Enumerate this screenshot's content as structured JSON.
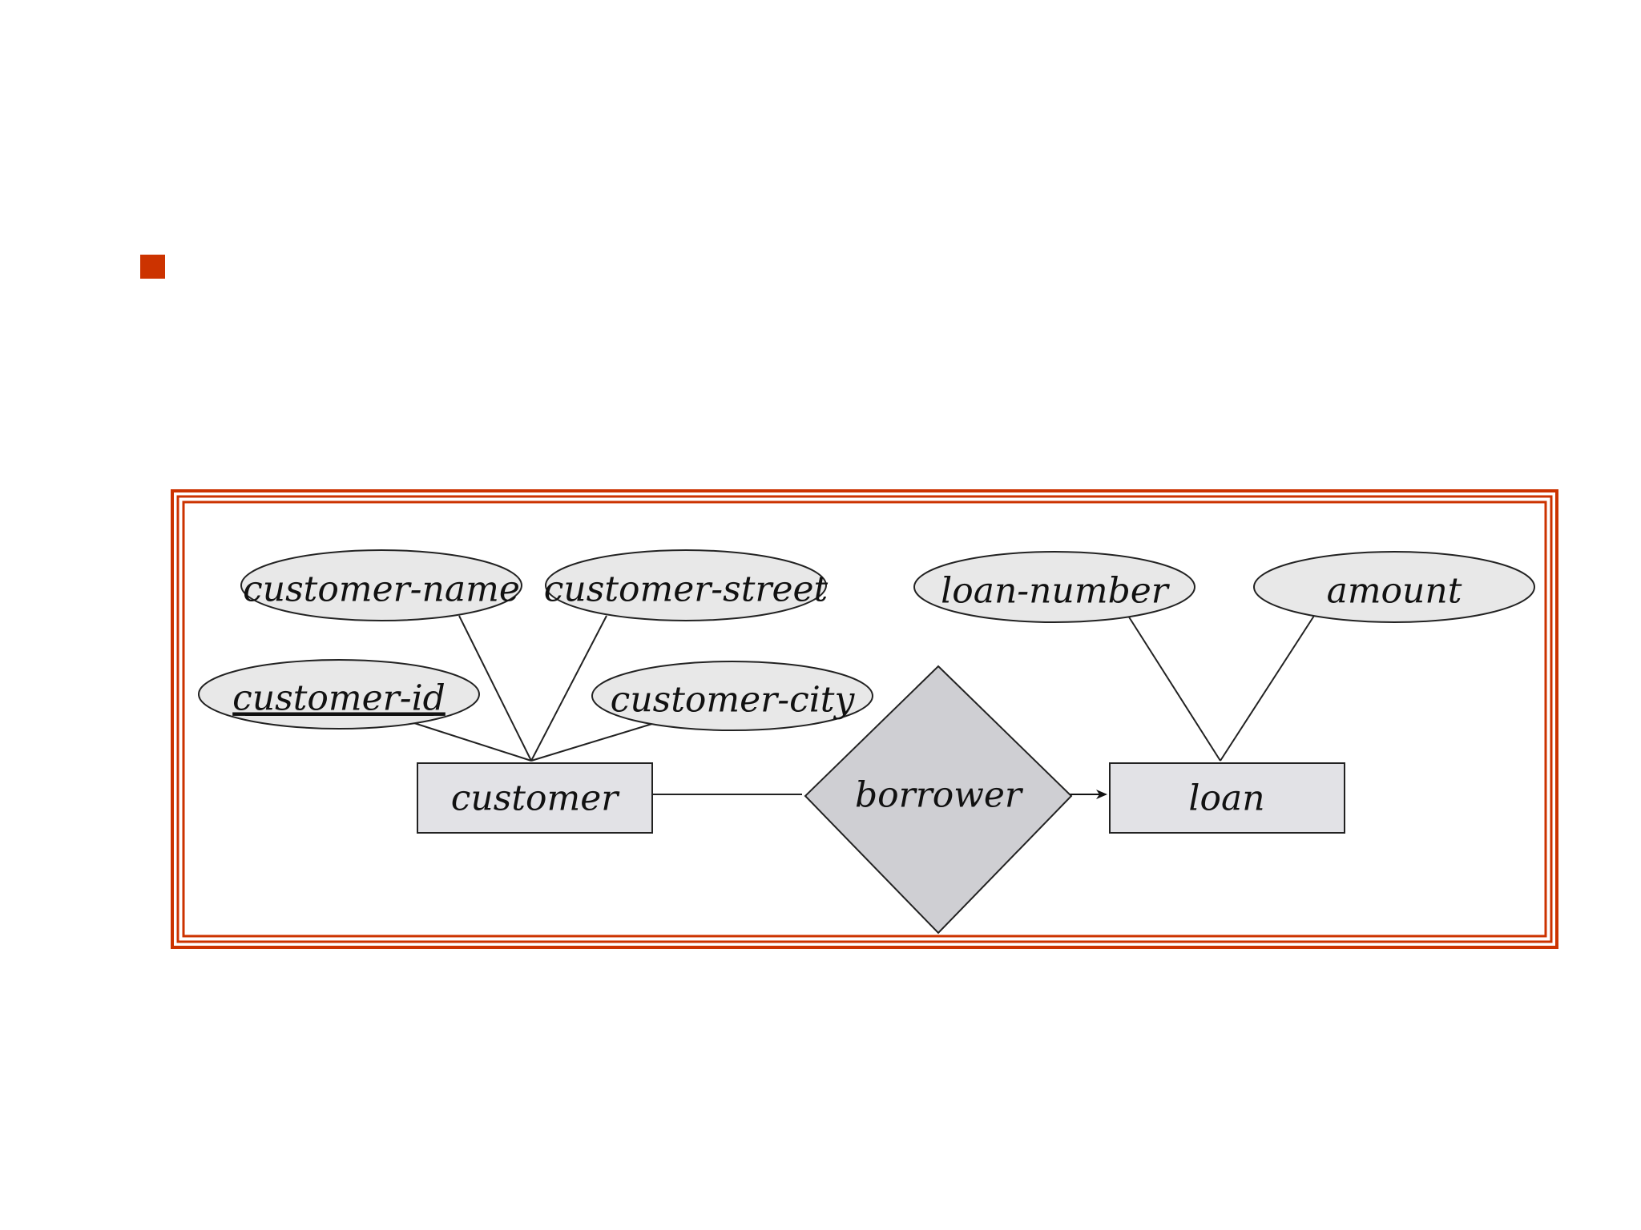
{
  "colors": {
    "bullet": "#cc3300",
    "frame": "#cc3300",
    "ellipse_fill": "#e8e8e8",
    "entity_fill": "#e2e2e6",
    "relationship_fill": "#cfcfd3",
    "stroke": "#222222"
  },
  "slide": {
    "bullet_icon": "square-bullet"
  },
  "diagram": {
    "attributes": {
      "customer_name": "customer-name",
      "customer_street": "customer-street",
      "customer_id": "customer-id",
      "customer_city": "customer-city",
      "loan_number": "loan-number",
      "amount": "amount"
    },
    "entities": {
      "customer": "customer",
      "loan": "loan"
    },
    "relationships": {
      "borrower": "borrower"
    }
  }
}
